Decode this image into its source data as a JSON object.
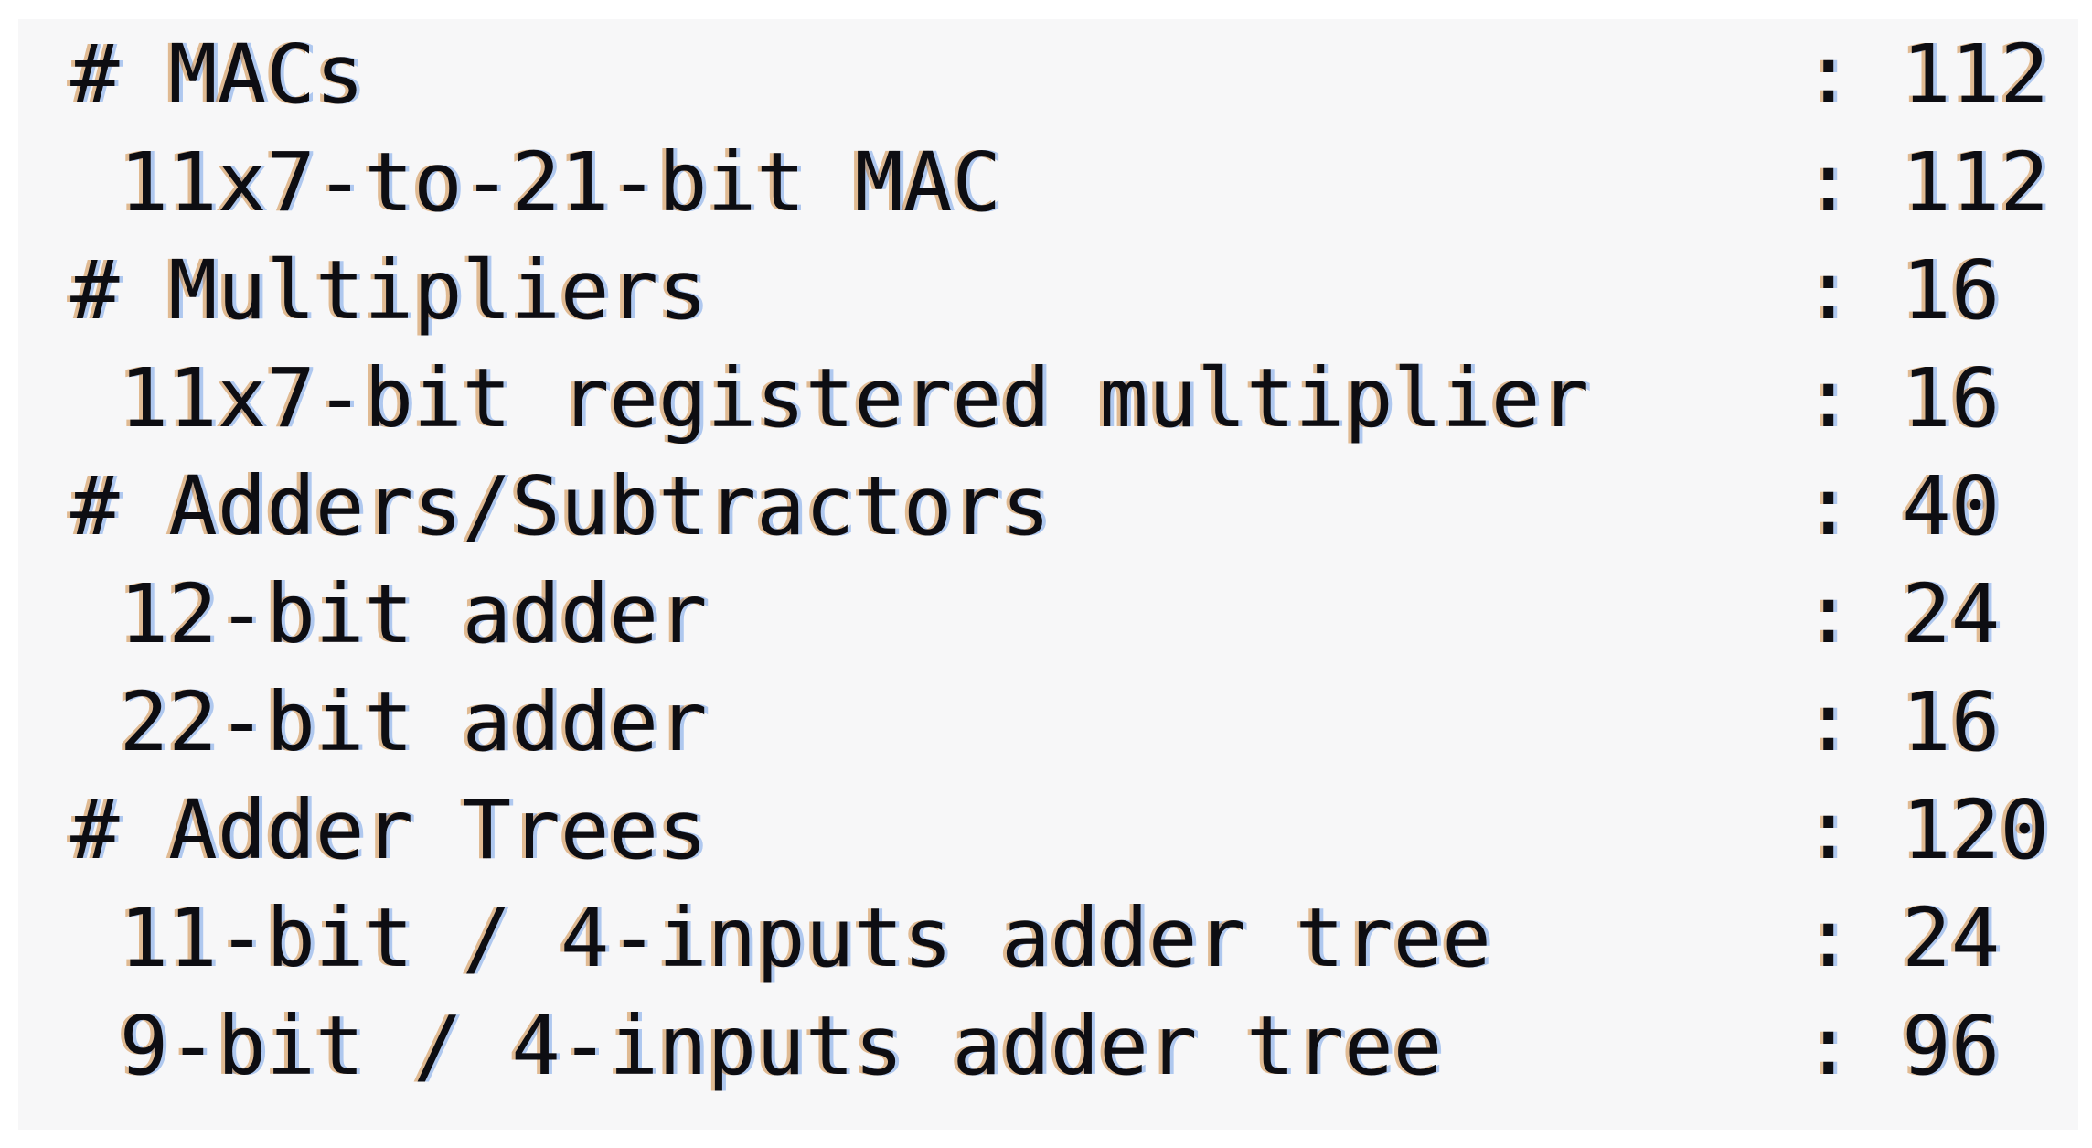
{
  "report": {
    "colors": {
      "page_background": "#ffffff",
      "panel_background": "#f7f7f8",
      "text": "#0d0d12",
      "fringe_left": "#c46e16",
      "fringe_right": "#568ee4"
    },
    "rows": [
      {
        "label": "# MACs",
        "value": ": 112"
      },
      {
        "label": " 11x7-to-21-bit MAC",
        "value": ": 112"
      },
      {
        "label": "# Multipliers",
        "value": ": 16"
      },
      {
        "label": " 11x7-bit registered multiplier",
        "value": ": 16"
      },
      {
        "label": "# Adders/Subtractors",
        "value": ": 40"
      },
      {
        "label": " 12-bit adder",
        "value": ": 24"
      },
      {
        "label": " 22-bit adder",
        "value": ": 16"
      },
      {
        "label": "# Adder Trees",
        "value": ": 120"
      },
      {
        "label": " 11-bit / 4-inputs adder tree",
        "value": ": 24"
      },
      {
        "label": " 9-bit / 4-inputs adder tree",
        "value": ": 96"
      }
    ]
  }
}
